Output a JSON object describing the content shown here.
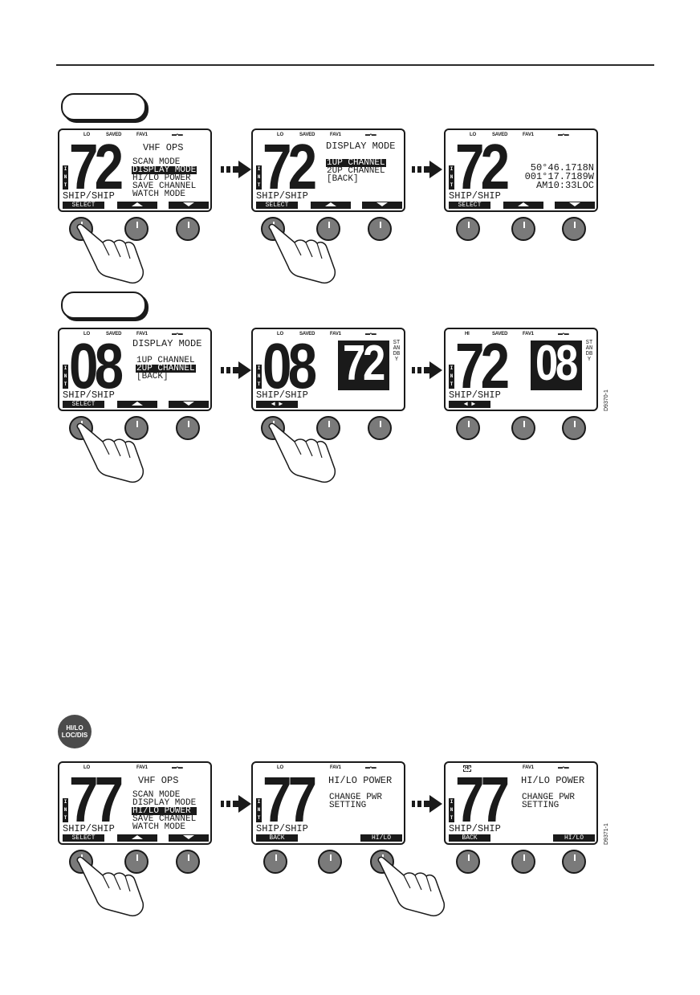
{
  "row1": {
    "screens": [
      {
        "status": [
          "LO",
          "SAVED",
          "FAV1"
        ],
        "channel": "72",
        "title": "VHF OPS",
        "menu": [
          "SCAN MODE",
          "DISPLAY MODE",
          "HI/LO POWER",
          "SAVE CHANNEL",
          "WATCH MODE"
        ],
        "highlight": 1,
        "mode": "SHIP/SHIP",
        "softkey1": "SELECT"
      },
      {
        "status": [
          "LO",
          "SAVED",
          "FAV1"
        ],
        "channel": "72",
        "title": "DISPLAY MODE",
        "menu": [
          "1UP CHANNEL",
          "2UP CHANNEL",
          "[BACK]"
        ],
        "highlight": 0,
        "mode": "SHIP/SHIP",
        "softkey1": "SELECT"
      },
      {
        "status": [
          "LO",
          "SAVED",
          "FAV1"
        ],
        "channel": "72",
        "pos": [
          "50°46.1718N",
          "001°17.7189W",
          "AM10:33LOC"
        ],
        "mode": "SHIP/SHIP",
        "softkey1": "SELECT"
      }
    ]
  },
  "row2": {
    "screens": [
      {
        "status": [
          "LO",
          "SAVED",
          "FAV1"
        ],
        "channel": "08",
        "title": "DISPLAY MODE",
        "menu": [
          "1UP CHANNEL",
          "2UP CHANNEL",
          "[BACK]"
        ],
        "highlight": 1,
        "mode": "SHIP/SHIP",
        "softkey1": "SELECT"
      },
      {
        "status": [
          "LO",
          "SAVED",
          "FAV1"
        ],
        "channel": "08",
        "standby": "72",
        "standby_label": "STANDBY",
        "mode": "SHIP/SHIP"
      },
      {
        "status": [
          "HI",
          "SAVED",
          "FAV1"
        ],
        "channel": "72",
        "standby": "08",
        "standby_label": "STANDBY",
        "mode": "SHIP/SHIP"
      }
    ],
    "code": "D9370-1"
  },
  "button": {
    "line1": "HI/LO",
    "line2": "LOC/DIS"
  },
  "row3": {
    "screens": [
      {
        "status": [
          "LO",
          "FAV1"
        ],
        "channel": "77",
        "title": "VHF OPS",
        "menu": [
          "SCAN MODE",
          "DISPLAY MODE",
          "HI/LO POWER",
          "SAVE CHANNEL",
          "WATCH MODE"
        ],
        "highlight": 2,
        "mode": "SHIP/SHIP",
        "softkey1": "SELECT"
      },
      {
        "status": [
          "LO",
          "FAV1"
        ],
        "channel": "77",
        "title": "HI/LO POWER",
        "msg": [
          "CHANGE PWR",
          "SETTING"
        ],
        "mode": "SHIP/SHIP",
        "softkey1": "BACK",
        "softkey3": "HI/LO"
      },
      {
        "status": [
          "HI",
          "FAV1"
        ],
        "channel": "77",
        "title": "HI/LO POWER",
        "msg": [
          "CHANGE PWR",
          "SETTING"
        ],
        "mode": "SHIP/SHIP",
        "softkey1": "BACK",
        "softkey3": "HI/LO"
      }
    ],
    "code": "D9371-1"
  },
  "colors": {
    "ink": "#1a1a1a",
    "knob": "#7a7a7a"
  }
}
